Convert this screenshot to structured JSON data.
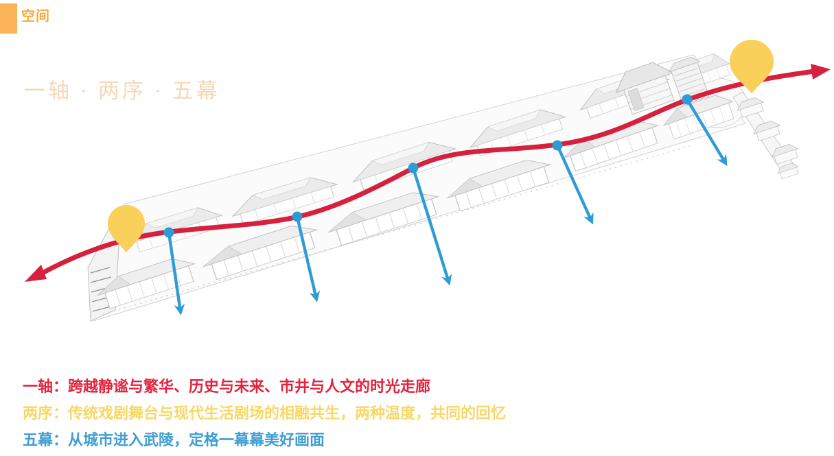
{
  "header": {
    "label": "空间"
  },
  "title": {
    "text": "一轴 · 两序 · 五幕"
  },
  "captions": [
    {
      "id": "axis",
      "text": "一轴：跨越静谧与繁华、历史与未来、市井与人文的时光走廊",
      "color": "#e3233e"
    },
    {
      "id": "sequences",
      "text": "两序：传统戏剧舞台与现代生活剧场的相融共生，两种温度，共同的回忆",
      "color": "#f8d765"
    },
    {
      "id": "acts",
      "text": "五幕：从城市进入武陵，定格一幕幕美好画面",
      "color": "#3f9ed2"
    }
  ],
  "diagram": {
    "route_arrow_color": "#d6213e",
    "scene_arrow_color": "#2f9bd6",
    "pin_color": "#f8d05a",
    "scene_arrow_count": 5,
    "pins": [
      {
        "name": "route-start-pin"
      },
      {
        "name": "route-end-pin"
      }
    ]
  },
  "colors": {
    "header_square": "#fbb45a",
    "header_label": "#faa837",
    "title_peach": "#f6d8b9"
  }
}
